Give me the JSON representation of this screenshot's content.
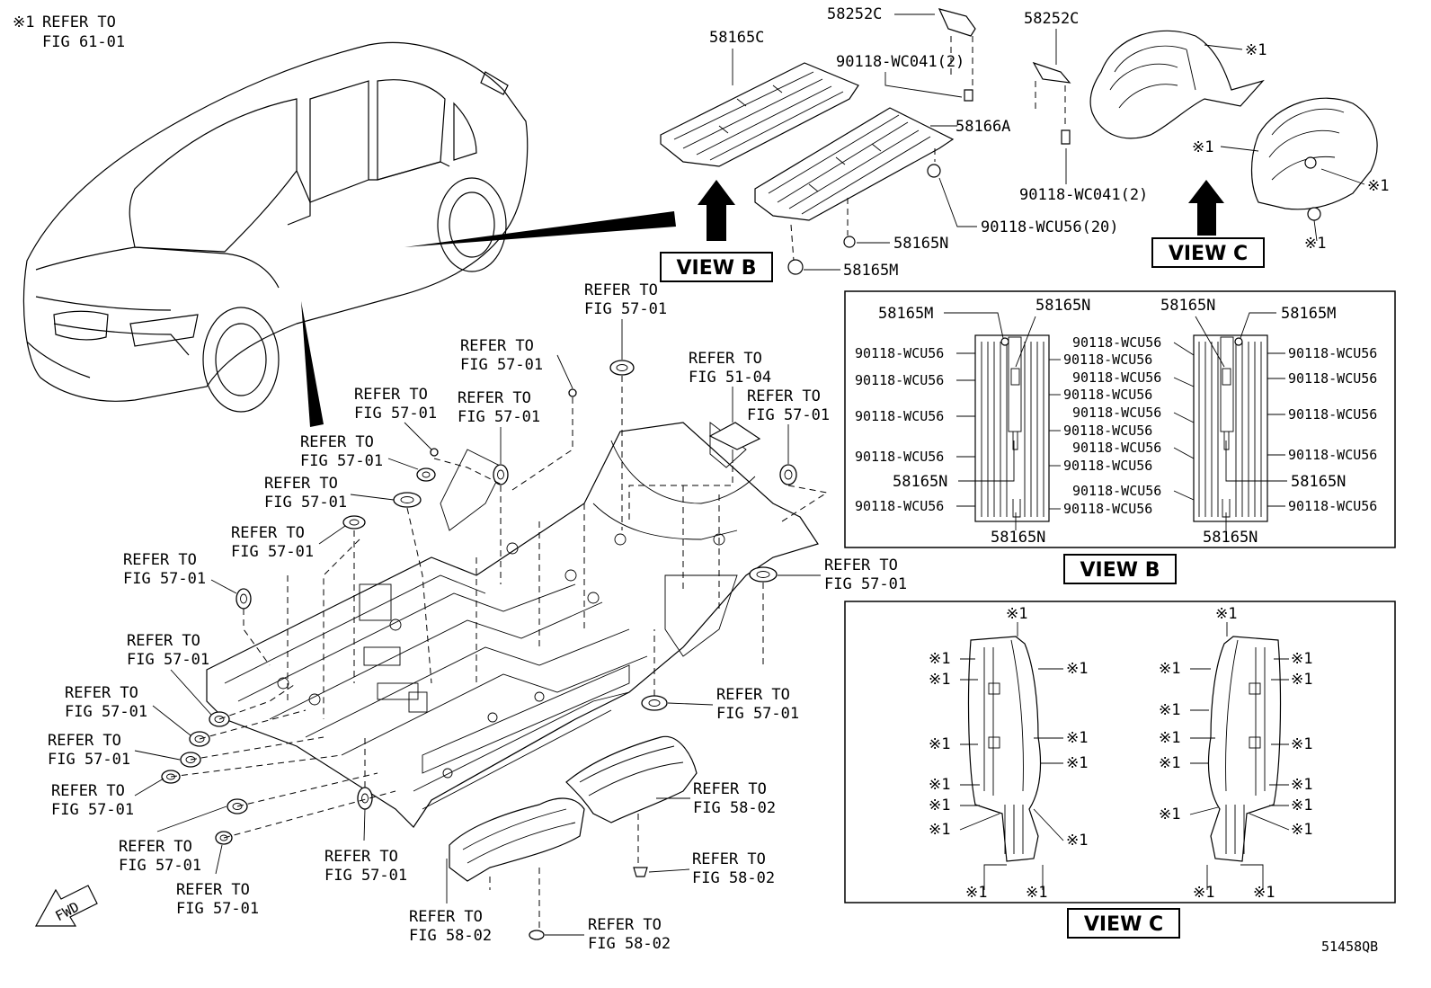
{
  "note": {
    "mark": "※1",
    "text1": "REFER TO",
    "text2": "FIG 61-01"
  },
  "drawing_number": "51458QB",
  "fwd": "FWD",
  "views": {
    "b": "VIEW B",
    "c": "VIEW C"
  },
  "refs": {
    "r57": "REFER TO",
    "f57": "FIG 57-01",
    "f51": "FIG 51-04",
    "f58": "FIG 58-02"
  },
  "parts": {
    "p58252c": "58252C",
    "p58165c": "58165C",
    "p58166a": "58166A",
    "p58165n": "58165N",
    "p58165m": "58165M",
    "p90118wc041": "90118-WC041(2)",
    "p90118wcu56_20": "90118-WCU56(20)",
    "p90118wcu56": "90118-WCU56",
    "mark": "※1"
  }
}
